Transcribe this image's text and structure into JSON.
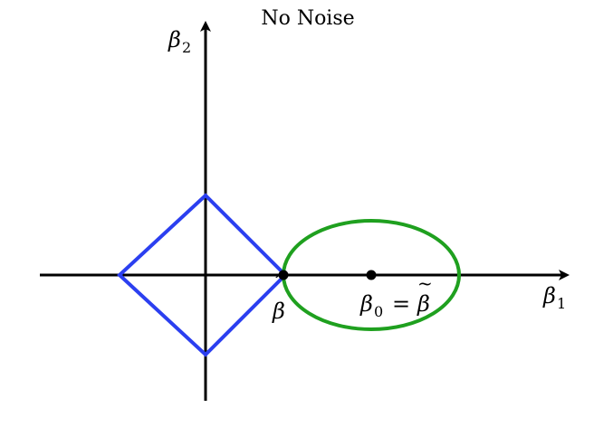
{
  "title": "No Noise",
  "axes": {
    "x_label": "β",
    "x_label_sub": "1",
    "y_label": "β",
    "y_label_sub": "2"
  },
  "points": {
    "lasso_estimate_label": "β",
    "lasso_estimate_accent": "^",
    "true_label": "β",
    "true_label_sub": "0",
    "equals": "=",
    "ols_label": "β",
    "ols_accent": "~"
  },
  "colors": {
    "diamond": "#2b3ff0",
    "ellipse": "#1fa01f",
    "axis": "#000000"
  }
}
